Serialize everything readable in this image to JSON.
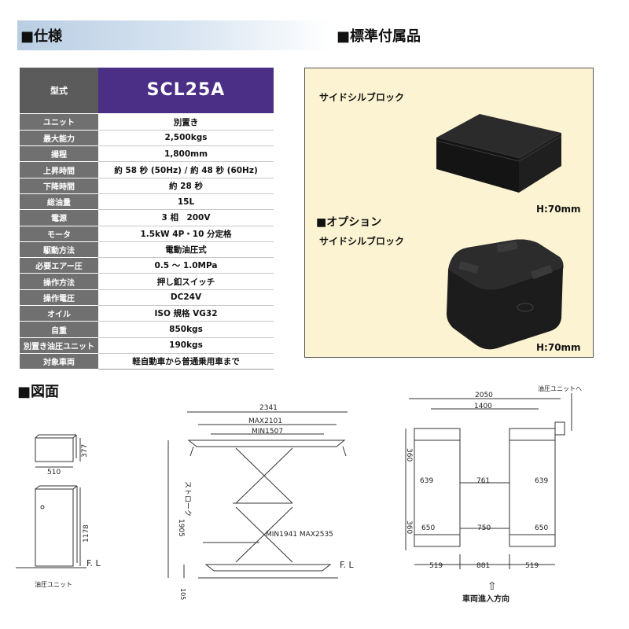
{
  "headers": {
    "spec": "■仕様",
    "accessories": "■標準付属品",
    "drawing": "■図面"
  },
  "spec_table": {
    "model_key": "型式",
    "model_value": "SCL25A",
    "rows": [
      {
        "k": "ユニット",
        "v": "別置き"
      },
      {
        "k": "最大能力",
        "v": "2,500kgs"
      },
      {
        "k": "揚程",
        "v": "1,800mm"
      },
      {
        "k": "上昇時間",
        "v": "約 58 秒 (50Hz) / 約 48 秒 (60Hz)"
      },
      {
        "k": "下降時間",
        "v": "約 28 秒"
      },
      {
        "k": "総油量",
        "v": "15L"
      },
      {
        "k": "電源",
        "v": "3 相　200V"
      },
      {
        "k": "モータ",
        "v": "1.5kW 4P・10 分定格"
      },
      {
        "k": "駆動方法",
        "v": "電動油圧式"
      },
      {
        "k": "必要エアー圧",
        "v": "0.5 ～ 1.0MPa"
      },
      {
        "k": "操作方法",
        "v": "押し釦スイッチ"
      },
      {
        "k": "操作電圧",
        "v": "DC24V"
      },
      {
        "k": "オイル",
        "v": "ISO 規格 VG32"
      },
      {
        "k": "自重",
        "v": "850kgs"
      },
      {
        "k": "別置き油圧ユニット",
        "v": "190kgs"
      },
      {
        "k": "対象車両",
        "v": "軽自動車から普通乗用車まで"
      }
    ]
  },
  "accessories": {
    "item1_label": "サイドシルブロック",
    "item1_height": "H:70mm",
    "option_header": "■オプション",
    "item2_label": "サイドシルブロック",
    "item2_height": "H:70mm"
  },
  "drawing": {
    "unit_w": "510",
    "unit_h1": "377",
    "unit_h2": "1178",
    "fl_label_1": "F.  L",
    "unit_caption": "油圧ユニット",
    "lift_width": "2341",
    "max_width": "MAX2101",
    "min_width": "MIN1507",
    "lift_height": "1905",
    "stroke_label": "ストローク",
    "min_max_len": "MIN1941  MAX2535",
    "base_height": "105",
    "fl_label_2": "F.  L",
    "plan_width": "2050",
    "plan_inner": "1400",
    "unit_arrow_label": "油圧ユニットへ",
    "dim_360a": "360",
    "dim_639a": "639",
    "dim_761": "761",
    "dim_639b": "639",
    "dim_360b": "360",
    "dim_650a": "650",
    "dim_750": "750",
    "dim_650b": "650",
    "dim_519a": "519",
    "dim_881": "881",
    "dim_519b": "519",
    "arrow_glyph": "⇧",
    "direction_label": "車両進入方向"
  }
}
